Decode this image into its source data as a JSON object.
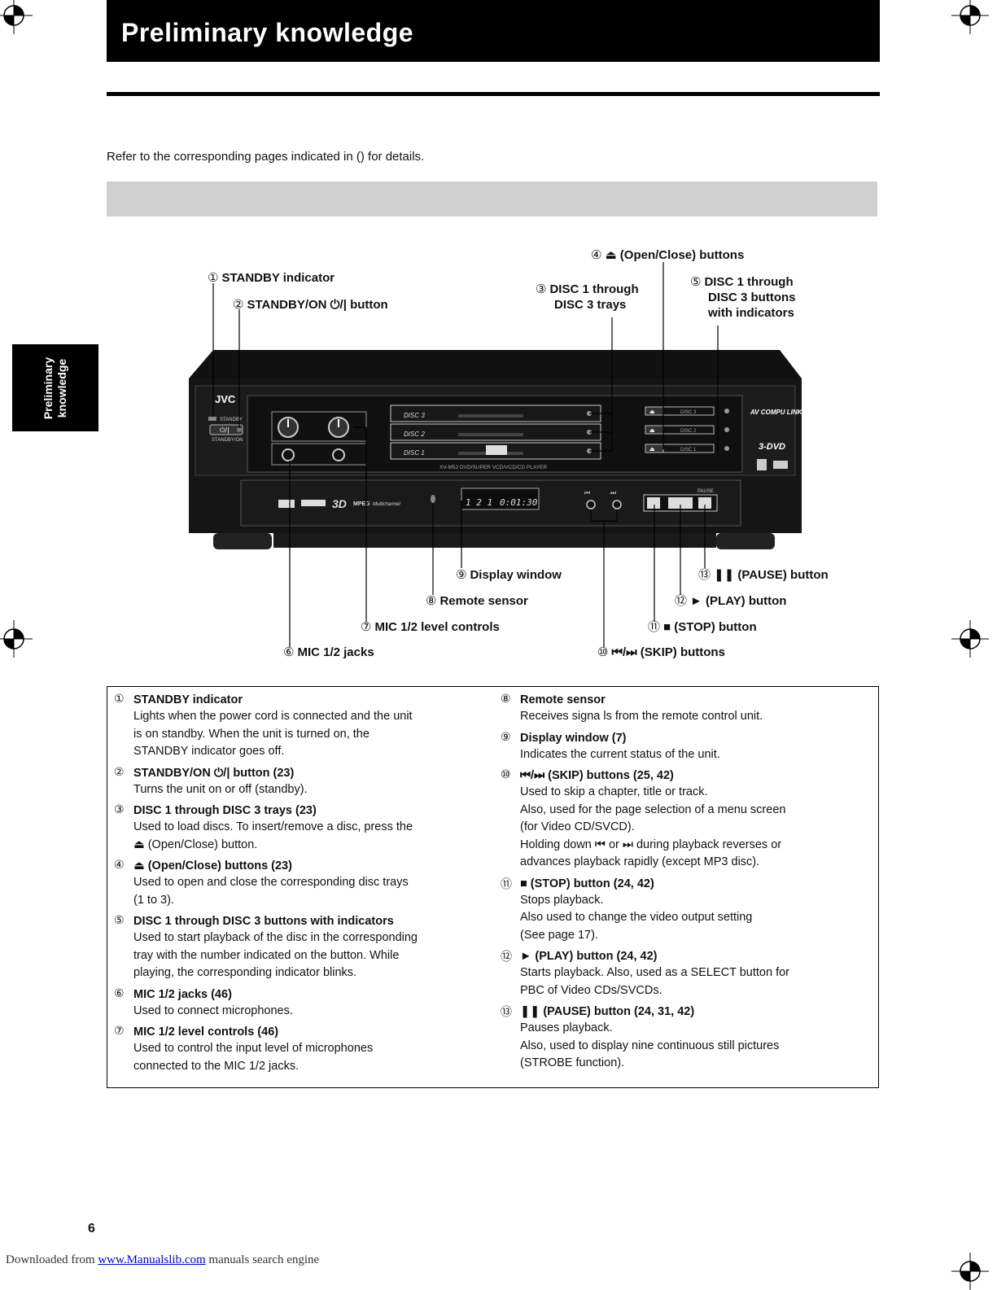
{
  "header": {
    "title": "Preliminary knowledge"
  },
  "intro": "Refer to the corresponding pages indicated in () for details.",
  "side_tab": {
    "line1": "Preliminary",
    "line2": "knowledge"
  },
  "diagram": {
    "brand": "JVC",
    "model": "XV-M52   DVD/SUPER VCD/VCD/CD PLAYER",
    "av_logo": "AV COMPU LINK",
    "disc_labels": [
      "DISC 3",
      "DISC 2",
      "DISC 1"
    ],
    "pause_label": "PAUSE",
    "standby_label": "STANDBY",
    "standby_on_label": "STANDBY/ON",
    "display_digits": "0:01:30",
    "callouts": {
      "c1": {
        "num": "①",
        "text": "STANDBY indicator"
      },
      "c2": {
        "num": "②",
        "text": "STANDBY/ON ⏻/| button"
      },
      "c3a": {
        "num": "③",
        "text": "DISC 1 through"
      },
      "c3b": "DISC 3 trays",
      "c4": {
        "num": "④",
        "text": "⏏ (Open/Close) buttons"
      },
      "c5a": {
        "num": "⑤",
        "text": "DISC 1 through"
      },
      "c5b": "DISC 3 buttons",
      "c5c": "with indicators",
      "c6": {
        "num": "⑥",
        "text": "MIC 1/2 jacks"
      },
      "c7": {
        "num": "⑦",
        "text": "MIC 1/2 level controls"
      },
      "c8": {
        "num": "⑧",
        "text": "Remote sensor"
      },
      "c9": {
        "num": "⑨",
        "text": "Display window"
      },
      "c10": {
        "num": "⑩",
        "text": "⏮/⏭ (SKIP) buttons"
      },
      "c11": {
        "num": "⑪",
        "text": "■ (STOP) button"
      },
      "c12": {
        "num": "⑫",
        "text": "► (PLAY) button"
      },
      "c13": {
        "num": "⑬",
        "text": "❚❚ (PAUSE) button"
      }
    }
  },
  "descriptions": {
    "left": [
      {
        "num": "①",
        "heading": "STANDBY indicator",
        "lines": [
          "Lights when the power cord is connected and the unit",
          "is on standby. When the unit is turned on, the",
          "STANDBY indicator goes off."
        ]
      },
      {
        "num": "②",
        "heading": "STANDBY/ON  ⏻/| button (23)",
        "lines": [
          "Turns the unit on or off (standby)."
        ]
      },
      {
        "num": "③",
        "heading": "DISC 1 through DISC 3 trays (23)",
        "lines": [
          "Used to load discs. To insert/remove a disc, press the",
          "⏏ (Open/Close) button."
        ]
      },
      {
        "num": "④",
        "heading": "⏏ (Open/Close) buttons (23)",
        "lines": [
          "Used to open and close the corresponding disc trays",
          "(1 to 3)."
        ]
      },
      {
        "num": "⑤",
        "heading": "DISC 1 through DISC 3 buttons with indicators",
        "lines": [
          "Used to start playback of the disc in the corresponding",
          "tray with the number indicated on the button. While",
          "playing, the corresponding indicator blinks."
        ]
      },
      {
        "num": "⑥",
        "heading": "MIC 1/2 jacks (46)",
        "lines": [
          "Used to connect microphones."
        ]
      },
      {
        "num": "⑦",
        "heading": "MIC 1/2 level controls (46)",
        "lines": [
          "Used to control the input level of microphones",
          "connected to the MIC 1/2 jacks."
        ]
      }
    ],
    "right": [
      {
        "num": "⑧",
        "heading": "Remote sensor",
        "lines": [
          "Receives signa ls from the remote control unit."
        ]
      },
      {
        "num": "⑨",
        "heading": "Display window (7)",
        "lines": [
          "Indicates the current status of the unit."
        ]
      },
      {
        "num": "⑩",
        "heading": "⏮/⏭ (SKIP) buttons (25, 42)",
        "lines": [
          "Used to skip a chapter, title or track.",
          "Also, used for the page selection of a menu screen",
          "(for Video CD/SVCD).",
          "Holding down ⏮ or ⏭ during playback reverses or",
          "advances playback rapidly (except MP3 disc)."
        ]
      },
      {
        "num": "⑪",
        "heading": "■ (STOP) button (24, 42)",
        "lines": [
          "Stops playback.",
          "Also used to change the video output setting",
          "(See page 17)."
        ]
      },
      {
        "num": "⑫",
        "heading": "► (PLAY) button (24, 42)",
        "lines": [
          "Starts playback. Also, used as a SELECT button for",
          "PBC of Video CDs/SVCDs."
        ]
      },
      {
        "num": "⑬",
        "heading": "❚❚ (PAUSE) button (24, 31, 42)",
        "lines": [
          "Pauses playback.",
          "Also, used to display nine continuous still pictures",
          "(STROBE function)."
        ]
      }
    ]
  },
  "page_number": "6",
  "footer": {
    "prefix": "Downloaded from ",
    "link": "www.Manualslib.com",
    "suffix": "  manuals search engine"
  }
}
